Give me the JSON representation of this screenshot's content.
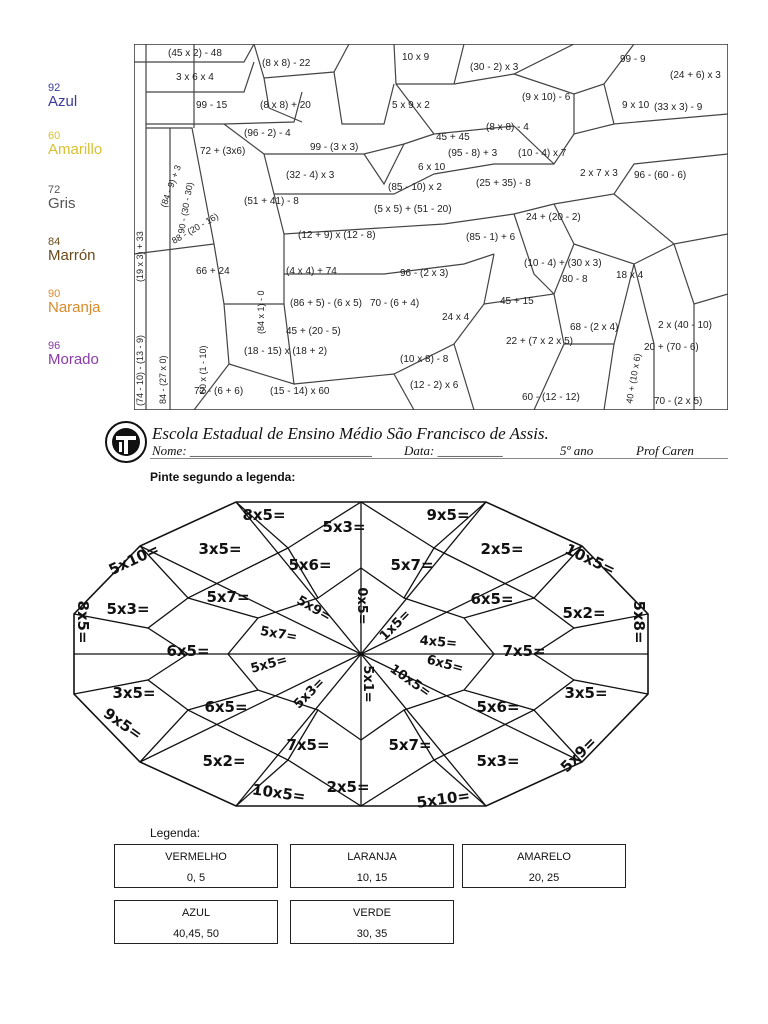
{
  "left_legend": [
    {
      "value": "92",
      "color_name": "Azul",
      "color": "#3b3b9a"
    },
    {
      "value": "60",
      "color_name": "Amarillo",
      "color": "#d8c030"
    },
    {
      "value": "72",
      "color_name": "Gris",
      "color": "#555555"
    },
    {
      "value": "84",
      "color_name": "Marrón",
      "color": "#6b4a1a"
    },
    {
      "value": "90",
      "color_name": "Naranja",
      "color": "#d98a2a"
    },
    {
      "value": "96",
      "color_name": "Morado",
      "color": "#8a3aa8"
    }
  ],
  "top_expressions": [
    "(45 x 2) - 48",
    "(8 x 8) - 22",
    "10 x 9",
    "(30 - 2) x 3",
    "99 - 9",
    "(24 + 6) x 3",
    "3 x 6 x 4",
    "99 - 15",
    "(8 x 8) + 20",
    "5 x 9 x 2",
    "(9 x 10) - 6",
    "9 x 10",
    "(33 x 3) - 9",
    "(96 - 2) - 4",
    "72 + (3x6)",
    "99 - (3 x 3)",
    "45 + 45",
    "(8 x 8) - 4",
    "(95 - 8) + 3",
    "(10 - 4) x 7",
    "(32 - 4) x 3",
    "6 x 10",
    "(85 - 10) x 2",
    "(25 + 35) - 8",
    "2 x 7 x 3",
    "96 - (60 - 6)",
    "(51 + 41) - 8",
    "(5 x 5) + (51 - 20)",
    "24 + (20 - 2)",
    "(12 + 9) x (12 - 8)",
    "(85 - 1) + 6",
    "(10 - 4) + (30 x 3)",
    "66 + 24",
    "(4 x 4) + 74",
    "96 - (2 x 3)",
    "80 - 8",
    "18 x 4",
    "(86 + 5) - (6 x 5)",
    "70 - (6 + 4)",
    "24 x 4",
    "45 + 15",
    "22 + (7 x 2 x 5)",
    "68 - (2 x 4)",
    "45 + (20 - 5)",
    "(18 - 15) x (18 + 2)",
    "(10 x 8) - 8",
    "72 - (6 + 6)",
    "(15 - 14) x 60",
    "(12 - 2) x 6",
    "60 - (12 - 12)",
    "70 - (2 x 5)",
    "20 + (70 - 6)",
    "2 x (40 - 10)",
    "(74 - 10) - (13 - 9)",
    "84 - (27 x 0)",
    "(84 x 1) - 0",
    "60 x (1 - 10)",
    "(19 x 3) + 33",
    "(84 - 9) + 3",
    "90 - (30 - 30)",
    "88 - (20 - 16)",
    "40 + (10 x 6)"
  ],
  "header": {
    "school": "Escola Estadual de Ensino Médio São Francisco de Assis.",
    "nome_label": "Nome: ____________________________",
    "data_label": "Data: __________",
    "grade": "5º ano",
    "teacher": "Prof Caren",
    "instruction": "Pinte segundo a legenda:"
  },
  "mandala_cells": [
    "8x5=",
    "5x3=",
    "9x5=",
    "3x5=",
    "5x6=",
    "5x7=",
    "2x5=",
    "10x5=",
    "5x10=",
    "5x7=",
    "5x9=",
    "0x5=",
    "1x5=",
    "6x5=",
    "5x3=",
    "5x2=",
    "8x5=",
    "5x7=",
    "4x5=",
    "5x8=",
    "6x5=",
    "5x5=",
    "6x5=",
    "7x5=",
    "3x5=",
    "5x3=",
    "5x1=",
    "10x5=",
    "3x5=",
    "6x5=",
    "5x6=",
    "9x5=",
    "7x5=",
    "5x7=",
    "5x9=",
    "5x2=",
    "5x3=",
    "2x5=",
    "10x5=",
    "5x10="
  ],
  "legend": {
    "title": "Legenda:",
    "items": [
      {
        "color": "VERMELHO",
        "values": "0, 5"
      },
      {
        "color": "LARANJA",
        "values": "10, 15"
      },
      {
        "color": "AMARELO",
        "values": "20, 25"
      },
      {
        "color": "AZUL",
        "values": "40,45, 50"
      },
      {
        "color": "VERDE",
        "values": "30, 35"
      }
    ]
  }
}
